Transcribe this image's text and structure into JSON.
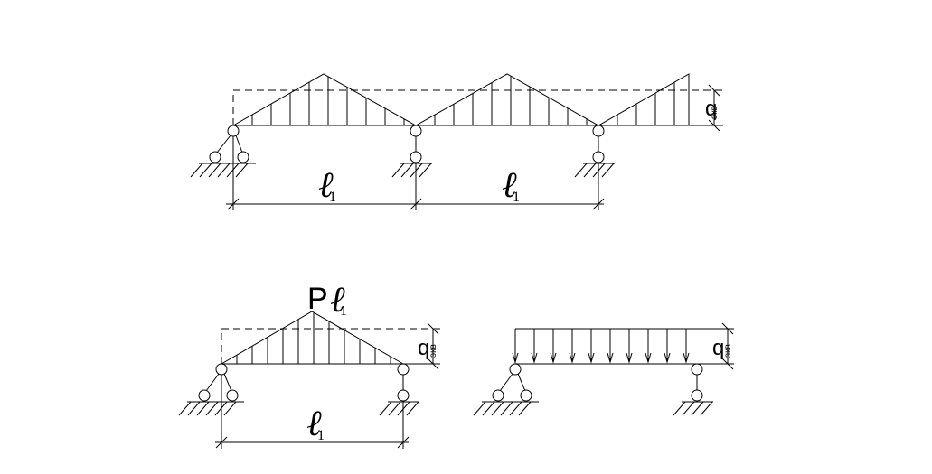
{
  "diagram": {
    "top_beam": {
      "span_labels": [
        {
          "symbol": "ℓ",
          "sub": "1"
        },
        {
          "symbol": "ℓ",
          "sub": "1"
        }
      ],
      "load_label": {
        "symbol": "q",
        "sub": "экв"
      }
    },
    "bottom_left_beam": {
      "peak_label": {
        "symbol": "P",
        "ell": "ℓ",
        "sub": "1"
      },
      "span_label": {
        "symbol": "ℓ",
        "sub": "1"
      },
      "load_label": {
        "symbol": "q",
        "sub": "экв"
      }
    },
    "bottom_right_beam": {
      "load_label": {
        "symbol": "q",
        "sub": "экв"
      }
    }
  }
}
